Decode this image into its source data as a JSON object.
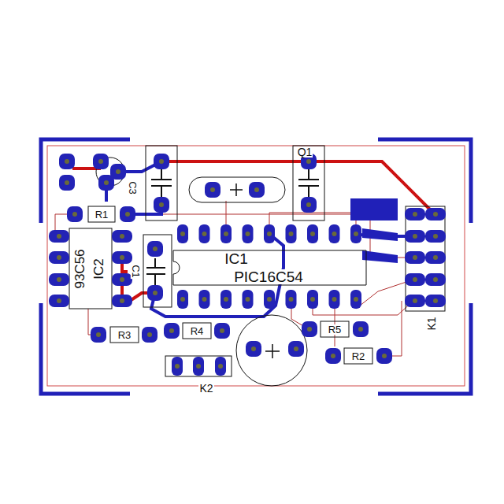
{
  "diagram": {
    "labels": [
      "Q1",
      "IC1",
      "PIC16C54",
      "93C56",
      "IC2",
      "C3",
      "C1",
      "R1",
      "R3",
      "R4",
      "R5",
      "R2",
      "K1",
      "K2"
    ]
  }
}
